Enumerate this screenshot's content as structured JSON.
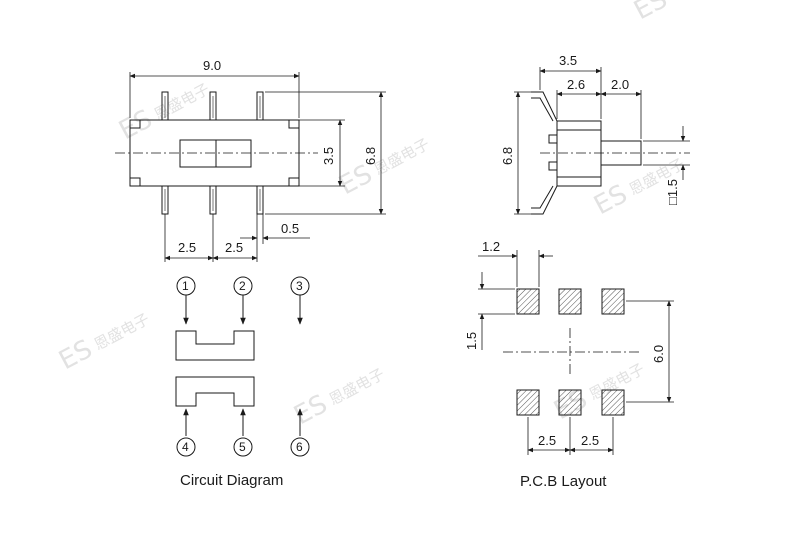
{
  "watermark": {
    "logo": "ES",
    "text": "恩盛电子"
  },
  "dimensions": {
    "body_length": "9.0",
    "body_height": "6.8",
    "slider_height": "3.5",
    "pin_pitch_1": "2.5",
    "pin_pitch_2": "2.5",
    "pin_width": "0.5",
    "side_depth": "3.5",
    "side_body": "2.6",
    "actuator_length": "2.0",
    "side_height": "6.8",
    "actuator_square": "□1.5",
    "pad_width": "1.2",
    "pad_height": "1.5",
    "pad_row_spacing": "6.0",
    "pad_pitch_1": "2.5",
    "pad_pitch_2": "2.5"
  },
  "circuit": {
    "caption": "Circuit Diagram",
    "pins_top": [
      "1",
      "2",
      "3"
    ],
    "pins_bottom": [
      "4",
      "5",
      "6"
    ]
  },
  "pcb": {
    "caption": "P.C.B Layout"
  },
  "colors": {
    "line": "#1a1a1a",
    "hatch": "#555555",
    "watermark": "#e2e2e2"
  }
}
